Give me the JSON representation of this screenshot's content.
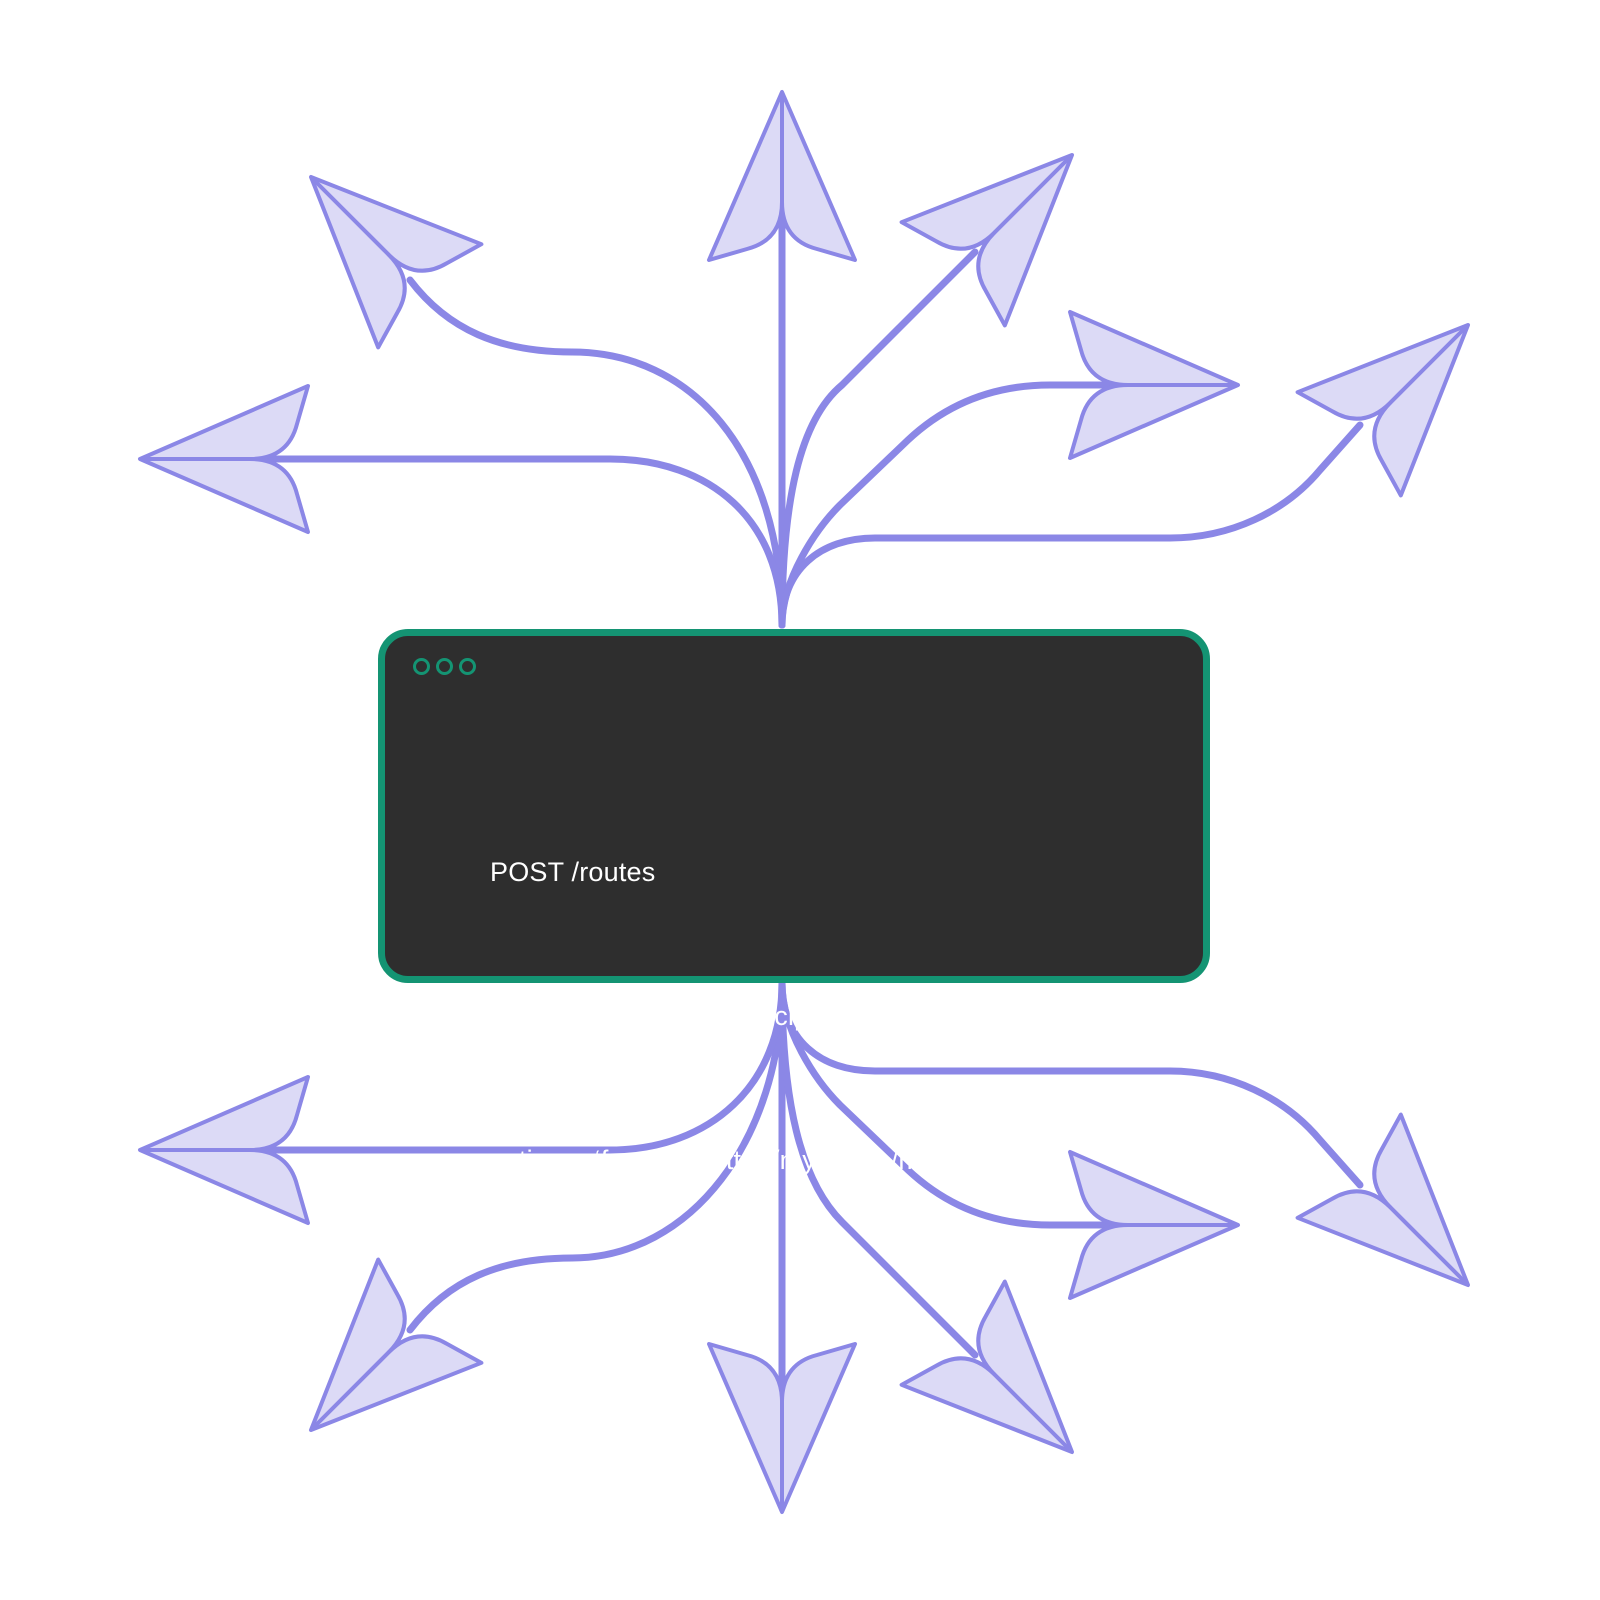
{
  "colors": {
    "arrow_stroke": "#8b87e6",
    "arrow_fill": "#dcdaf6",
    "card_background": "#2e2e2e",
    "card_border": "#149473",
    "code_text": "#ffffff"
  },
  "card": {
    "window_controls": [
      "dot",
      "dot",
      "dot"
    ],
    "code_lines": [
      "POST /routes",
      "expression = ‘match_recipient(“.*@myapp.io”)’",
      "action = ‘forward(“http://myapp.io/msgs/”)’"
    ]
  }
}
